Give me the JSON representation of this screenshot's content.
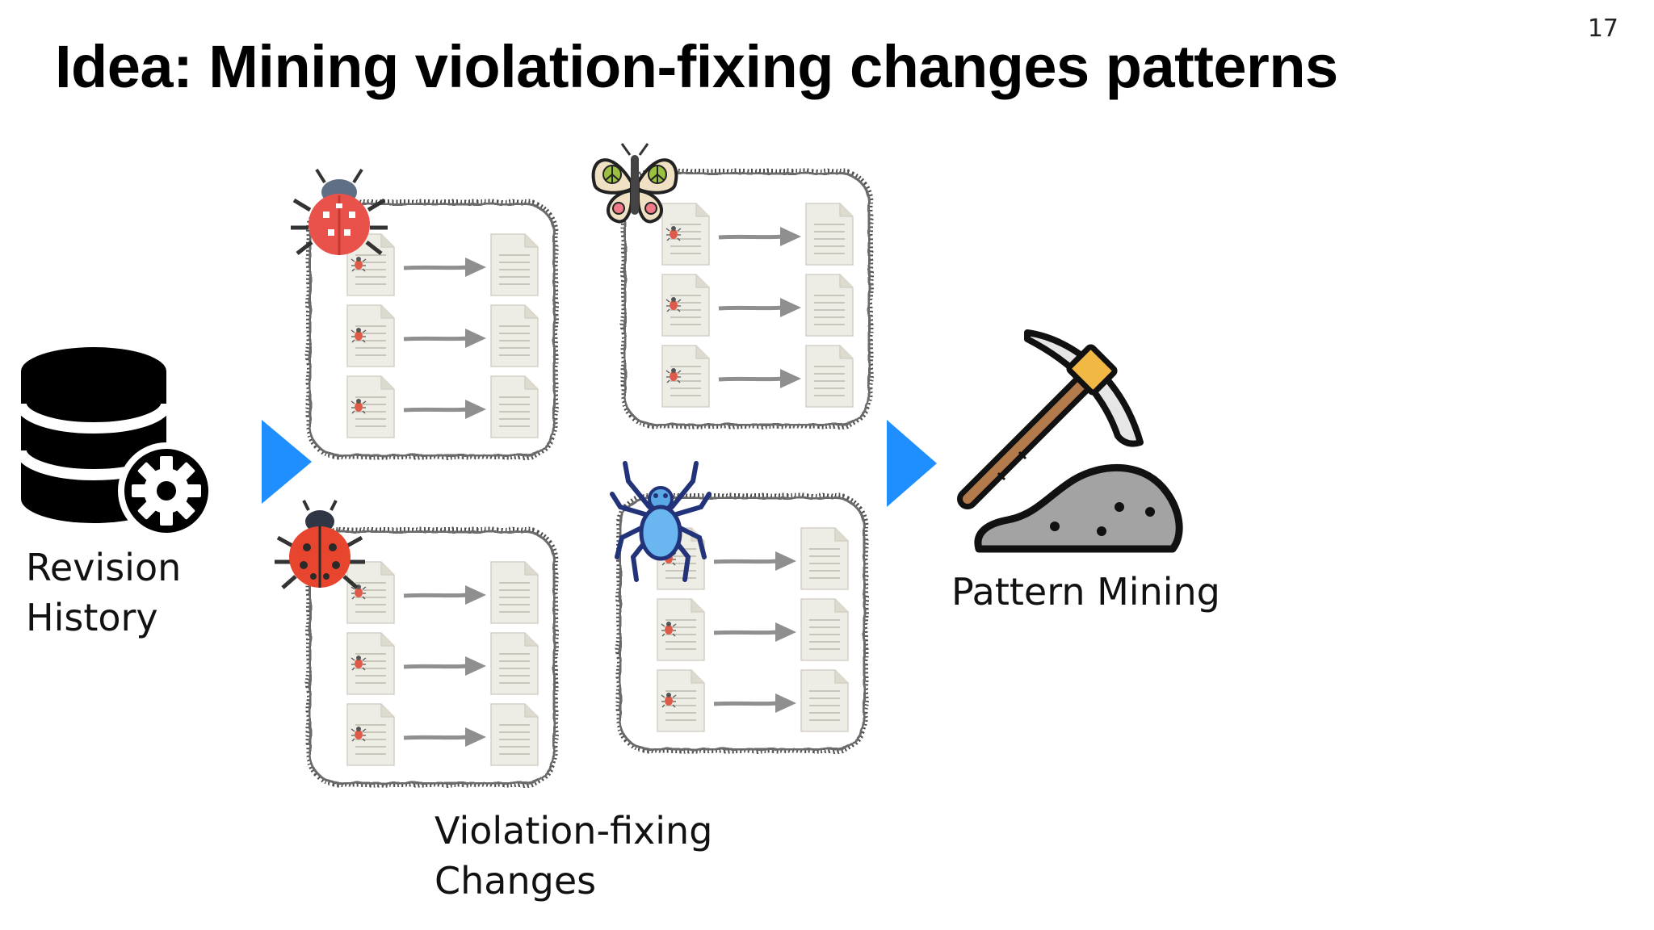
{
  "slide": {
    "number": "17",
    "title": "Idea: Mining violation-fixing changes patterns"
  },
  "labels": {
    "revision_history": [
      "Revision",
      "History"
    ],
    "pattern_mining": "Pattern Mining",
    "violation_fixing_changes": [
      "Violation-fixing",
      "Changes"
    ]
  },
  "colors": {
    "arrow_blue": "#1f8fff",
    "box_border": "#555555",
    "document": "#efeee6",
    "change_arrow": "#8a8a8a",
    "ladybug_red": "#e2553b",
    "spider_blue": "#5aa8e6",
    "rock_gray": "#a3a3a3",
    "pick_handle": "#b37a4c",
    "pick_band": "#f2b844"
  },
  "icons": [
    "database-icon",
    "gear-icon",
    "ladybug-icon",
    "butterfly-icon",
    "spider-icon",
    "pickaxe-icon",
    "rock-icon",
    "document-icon",
    "small-bug-icon"
  ]
}
